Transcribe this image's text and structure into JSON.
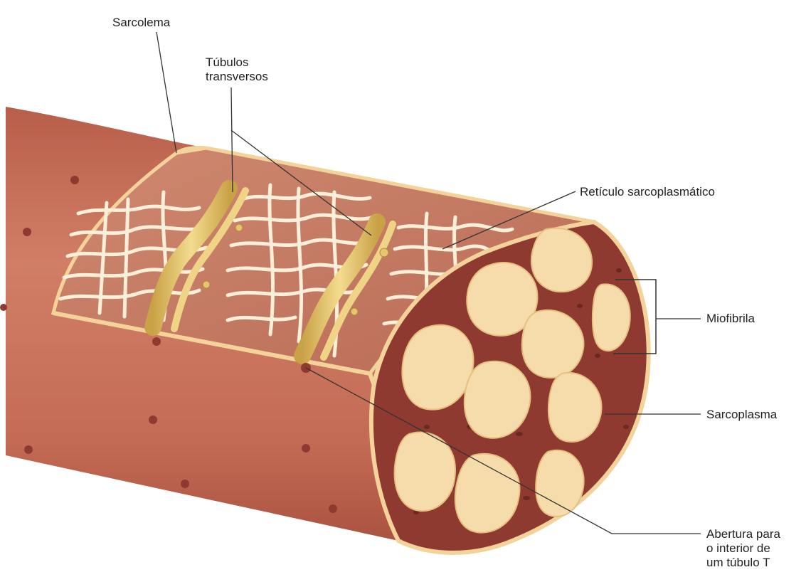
{
  "diagram": {
    "labels": {
      "sarcolema": "Sarcolema",
      "tubulos": "Túbulos\ntransversos",
      "reticulo": "Retículo sarcoplasmático",
      "miofibrila": "Miofibrila",
      "sarcoplasma": "Sarcoplasma",
      "abertura": "Abertura para\no interior de\num túbulo T"
    },
    "colors": {
      "muscle": "#c96f5a",
      "muscle_dark": "#a9513f",
      "cut_face": "#8e3a30",
      "myofibril": "#f5dcaa",
      "membrane_edge": "#f3d39a",
      "reticulum": "#fbefd9",
      "ttubule": "#e6c56c",
      "leader": "#333333"
    }
  }
}
